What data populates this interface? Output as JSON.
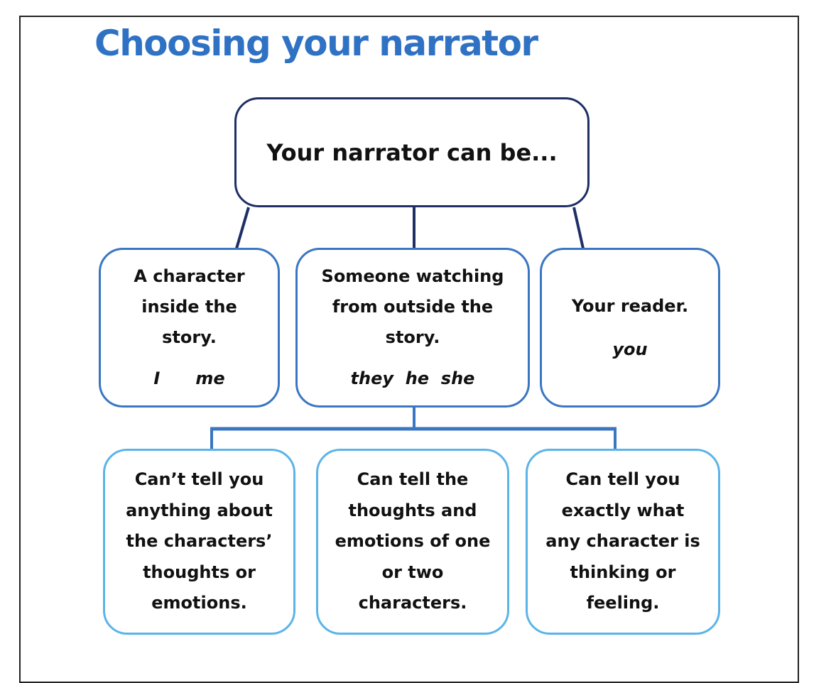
{
  "title": "Choosing your narrator",
  "root": {
    "text": "Your narrator can be..."
  },
  "level2": [
    {
      "lines": [
        "A character",
        "inside the",
        "story."
      ],
      "pronouns": "I      me"
    },
    {
      "lines": [
        "Someone watching",
        "from outside the",
        "story."
      ],
      "pronouns": "they  he  she"
    },
    {
      "lines": [
        "Your reader."
      ],
      "pronouns": "you"
    }
  ],
  "level3": [
    {
      "lines": [
        "Can’t tell you",
        "anything about",
        "the characters’",
        "thoughts or",
        "emotions."
      ]
    },
    {
      "lines": [
        "Can tell the",
        "thoughts and",
        "emotions of one",
        "or two",
        "characters."
      ]
    },
    {
      "lines": [
        "Can tell you",
        "exactly what",
        "any character is",
        "thinking or",
        "feeling."
      ]
    }
  ],
  "colors": {
    "title": "#2f72c4",
    "root_border": "#1f2f66",
    "level2_border": "#3a76c2",
    "level3_border": "#5bb4e8",
    "connector_dark": "#1f2f66",
    "connector_blue": "#3a76c2"
  }
}
